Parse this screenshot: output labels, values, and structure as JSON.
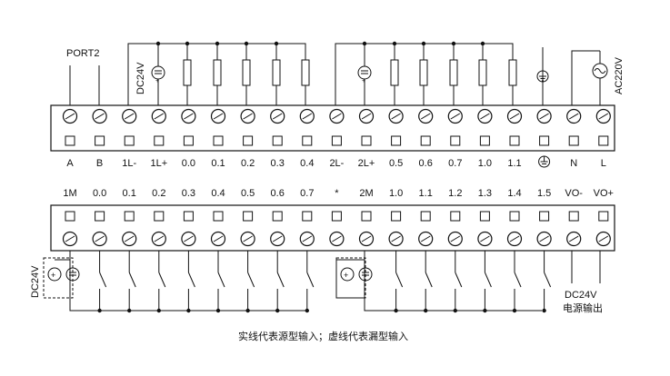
{
  "top_block": {
    "port_label": "PORT2",
    "supply_label": "DC24V",
    "ac_label": "AC220V",
    "terminals": [
      "A",
      "B",
      "1L-",
      "1L+",
      "0.0",
      "0.1",
      "0.2",
      "0.3",
      "0.4",
      "2L-",
      "2L+",
      "0.5",
      "0.6",
      "0.7",
      "1.0",
      "1.1",
      "ground",
      "N",
      "L"
    ]
  },
  "bottom_block": {
    "terminals": [
      "1M",
      "0.0",
      "0.1",
      "0.2",
      "0.3",
      "0.4",
      "0.5",
      "0.6",
      "0.7",
      "*",
      "2M",
      "1.0",
      "1.1",
      "1.2",
      "1.3",
      "1.4",
      "1.5",
      "VO-",
      "VO+"
    ],
    "left_supply_label": "DC24V",
    "output_supply_label": "DC24V",
    "output_supply_caption": "电源输出"
  },
  "caption": "实线代表源型输入；虚线代表漏型输入",
  "icons": {
    "ground": "ground-icon",
    "ac_source": "ac-source-icon",
    "dc_source": "dc-source-icon",
    "load": "load-resistor-icon",
    "switch": "switch-icon"
  },
  "colors": {
    "line": "#111111",
    "background": "#ffffff"
  }
}
